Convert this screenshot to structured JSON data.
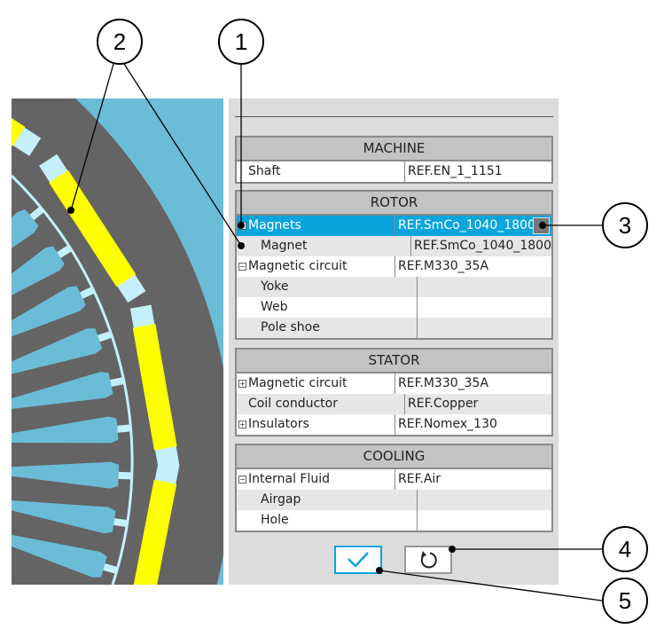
{
  "machine": {
    "title": "MACHINE",
    "rows": [
      {
        "label": "Shaft",
        "value": "REF.EN_1_1151"
      }
    ]
  },
  "rotor": {
    "title": "ROTOR",
    "rows": [
      {
        "label": "Magnets",
        "value": "REF.SmCo_1040_1800"
      },
      {
        "label": "Magnet",
        "value": "REF.SmCo_1040_1800"
      },
      {
        "label": "Magnetic circuit",
        "value": "REF.M330_35A"
      },
      {
        "label": "Yoke",
        "value": ""
      },
      {
        "label": "Web",
        "value": ""
      },
      {
        "label": "Pole shoe",
        "value": ""
      }
    ]
  },
  "stator": {
    "title": "STATOR",
    "rows": [
      {
        "label": "Magnetic circuit",
        "value": "REF.M330_35A"
      },
      {
        "label": "Coil conductor",
        "value": "REF.Copper"
      },
      {
        "label": "Insulators",
        "value": "REF.Nomex_130"
      }
    ]
  },
  "cooling": {
    "title": "COOLING",
    "rows": [
      {
        "label": "Internal Fluid",
        "value": "REF.Air"
      },
      {
        "label": "Airgap",
        "value": ""
      },
      {
        "label": "Hole",
        "value": ""
      }
    ]
  },
  "toggles": {
    "expanded": "−",
    "collapsed": "+"
  },
  "callouts": [
    "1",
    "2",
    "3",
    "4",
    "5"
  ],
  "colors": {
    "accent": "#0aa5dc",
    "magnet": "#ffff00",
    "steel": "#646464",
    "air": "#6bbcd6"
  }
}
